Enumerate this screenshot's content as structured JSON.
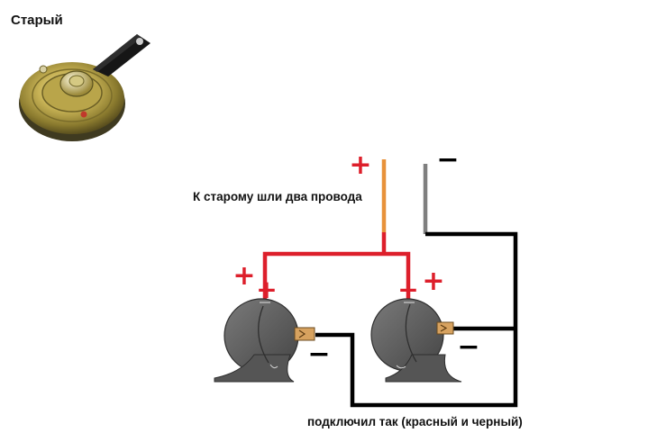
{
  "labels": {
    "old_horn": "Старый",
    "two_wires_note": "К старому шли два провода",
    "connection_note": "подключил так (красный и черный)"
  },
  "symbols": {
    "plus": "+",
    "minus": "−"
  },
  "colors": {
    "positive_wire": "#dd1f2b",
    "old_positive_wire": "#e8923a",
    "old_negative_wire": "#7f7f7f",
    "ground_wire": "#000000",
    "horn_body": "#5a5a5a",
    "terminal": "#d7a25f"
  },
  "icons": [
    "old-horn-image",
    "snail-horn-left-icon",
    "snail-horn-right-icon"
  ]
}
